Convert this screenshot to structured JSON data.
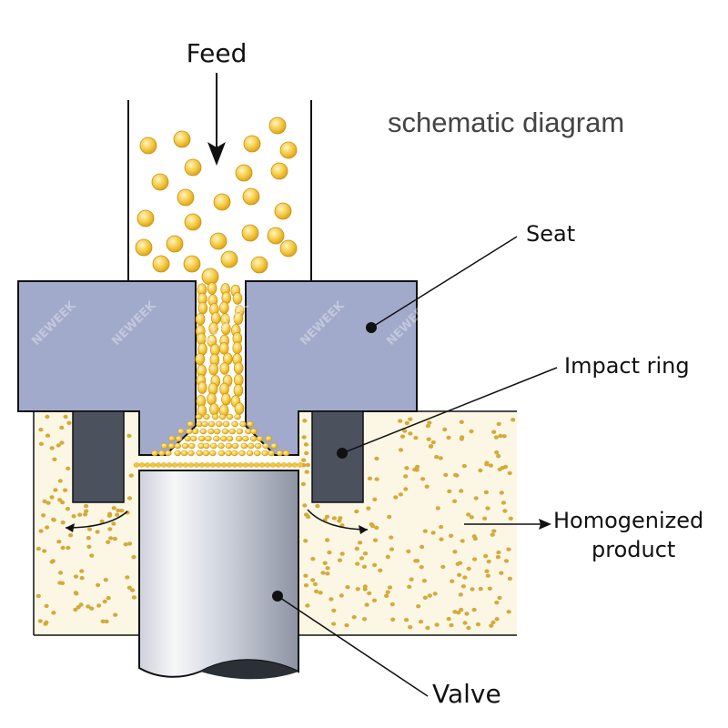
{
  "title": "schematic diagram",
  "labels": {
    "feed": "Feed",
    "seat": "Seat",
    "impact_ring": "Impact ring",
    "homogenized_line1": "Homogenized",
    "homogenized_line2": "product",
    "valve": "Valve"
  },
  "watermark": "NEWEEK",
  "colors": {
    "seat": "#a2aacb",
    "impact_ring": "#4b525e",
    "droplet": "#f2c53a",
    "droplet_light": "#fff1b0",
    "product_dot": "#d4aa3c",
    "product_bg": "#fbf7e4",
    "outline": "#111111"
  }
}
